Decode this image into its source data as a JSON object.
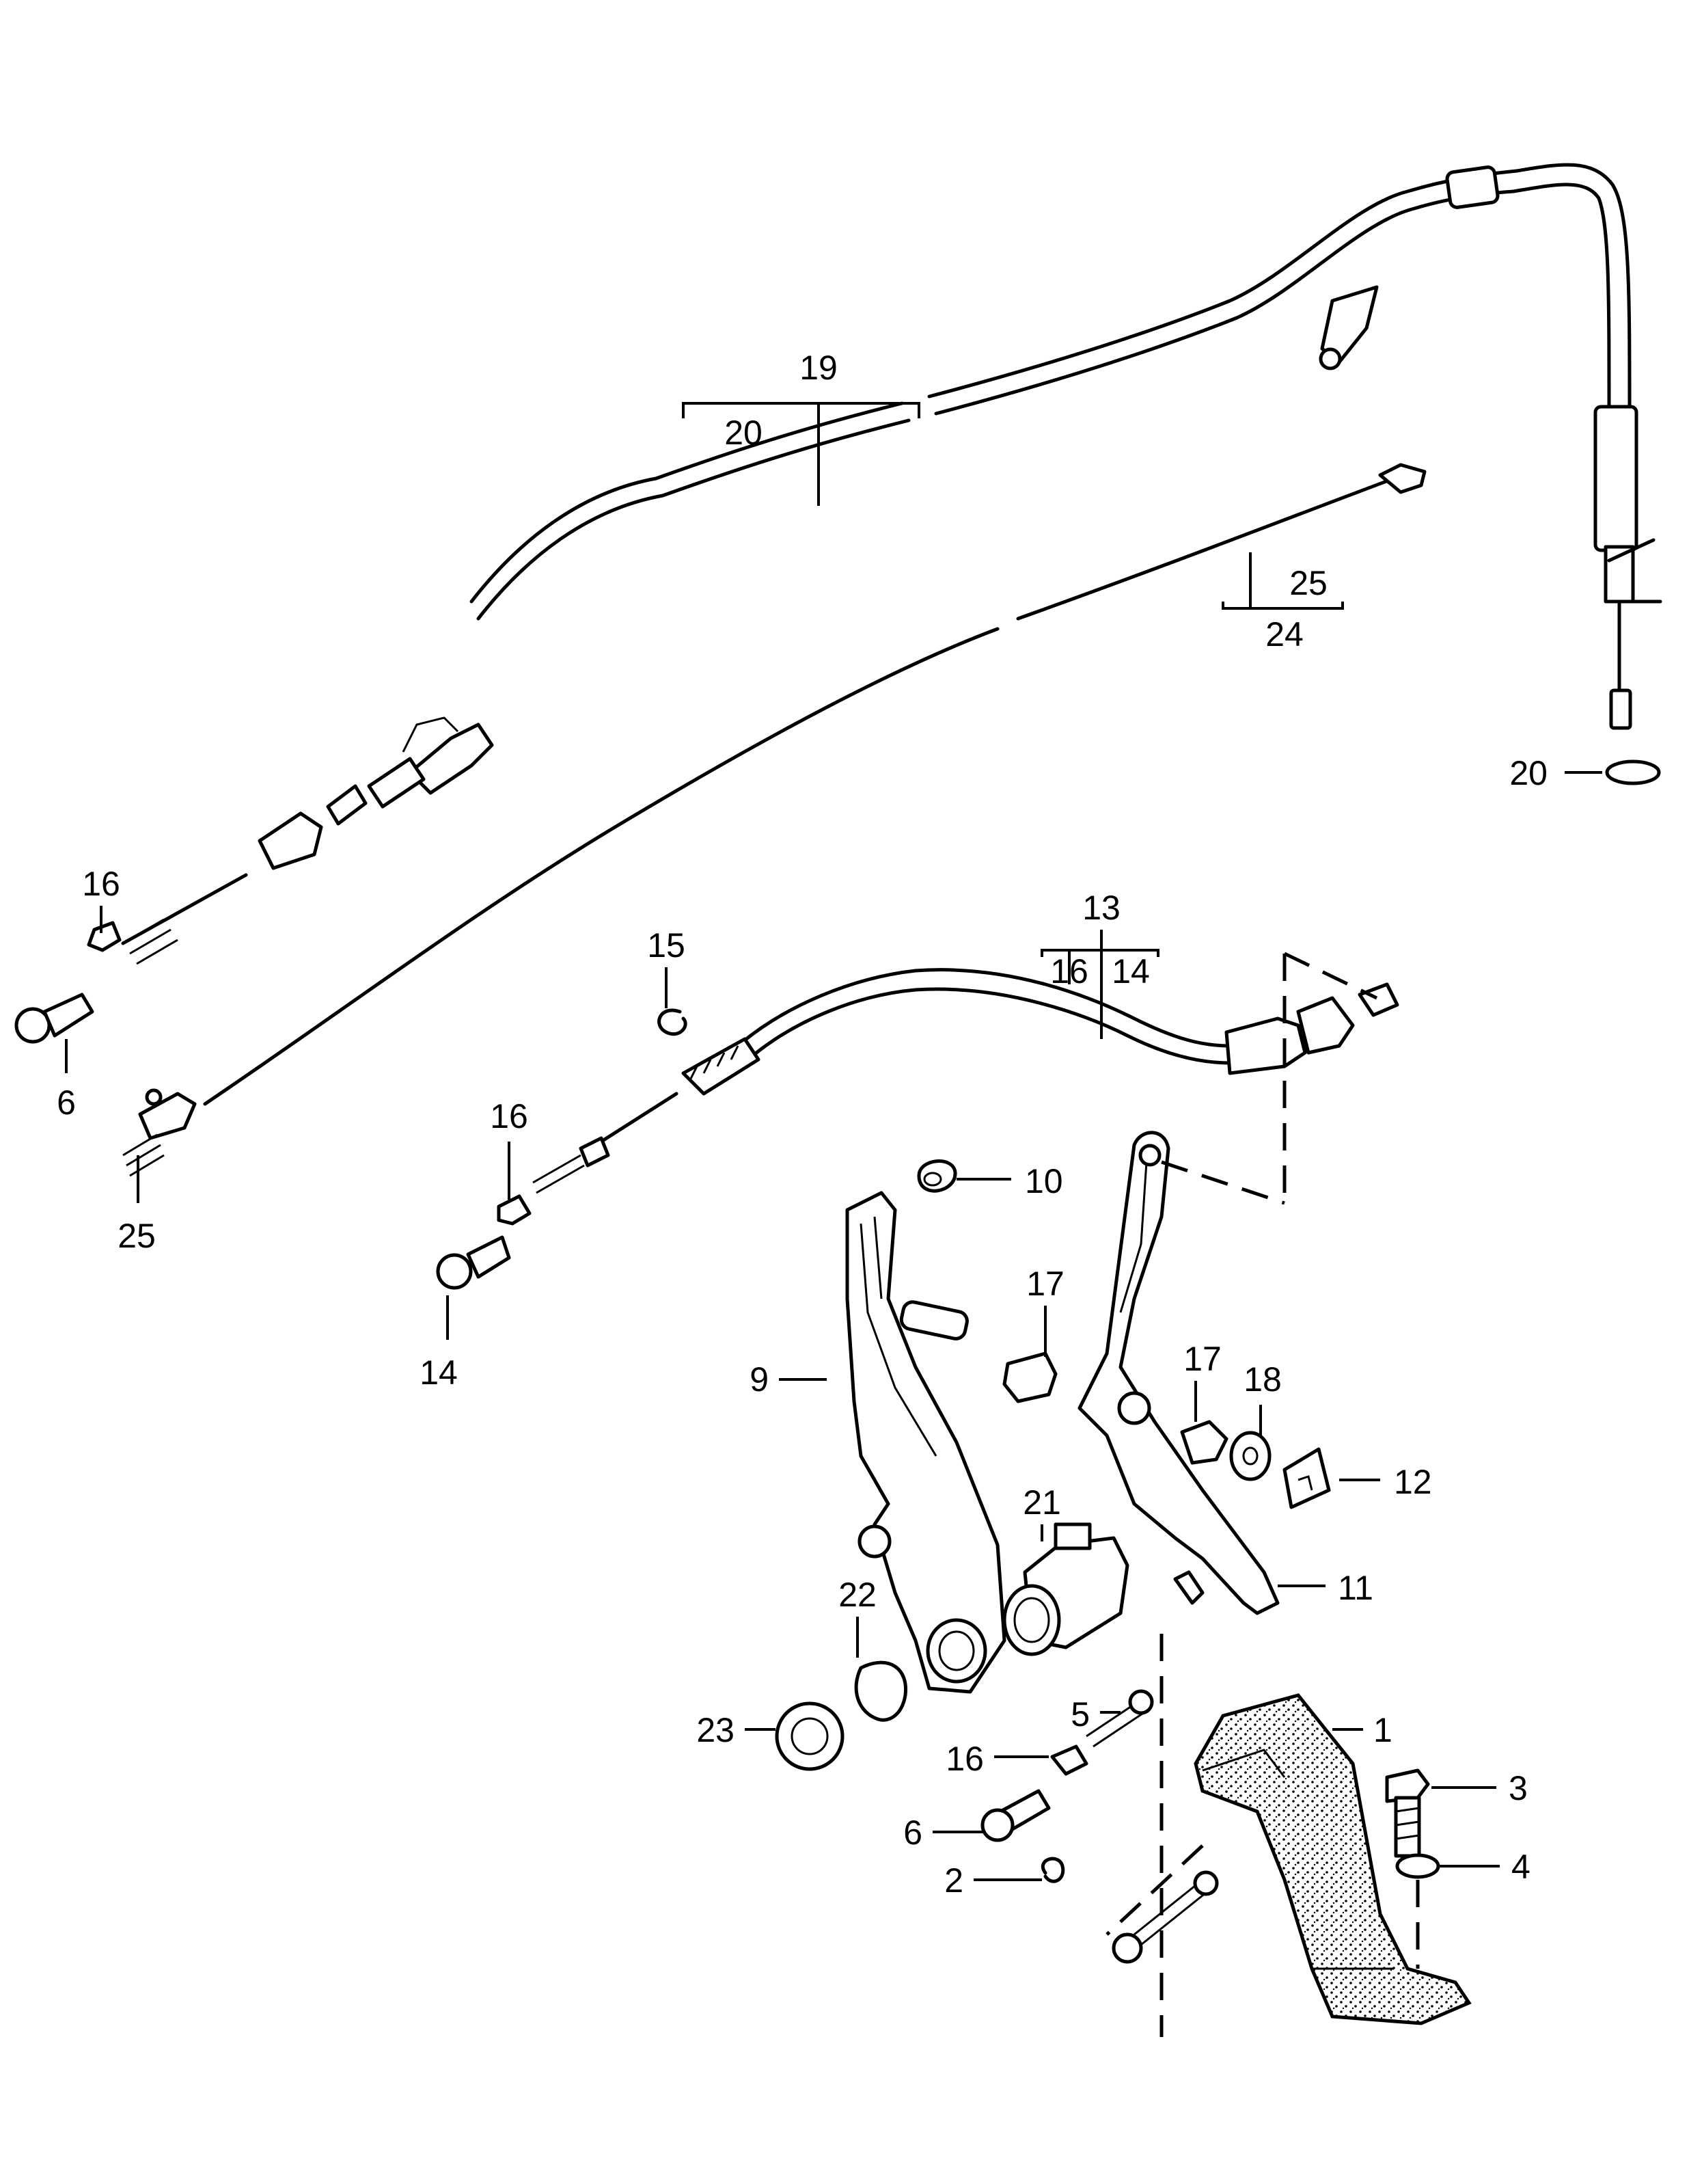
{
  "diagram": {
    "callouts": {
      "c1": "1",
      "c2": "2",
      "c3": "3",
      "c4": "4",
      "c5": "5",
      "c6a": "6",
      "c6b": "6",
      "c9": "9",
      "c10": "10",
      "c11": "11",
      "c12": "12",
      "c13": "13",
      "c14a": "14",
      "c14b": "14",
      "c15": "15",
      "c16a": "16",
      "c16b": "16",
      "c16c": "16",
      "c16d": "16",
      "c17a": "17",
      "c17b": "17",
      "c18": "18",
      "c19": "19",
      "c20a": "20",
      "c20b": "20",
      "c21": "21",
      "c22": "22",
      "c23": "23",
      "c24": "24",
      "c25a": "25",
      "c25b": "25"
    }
  }
}
